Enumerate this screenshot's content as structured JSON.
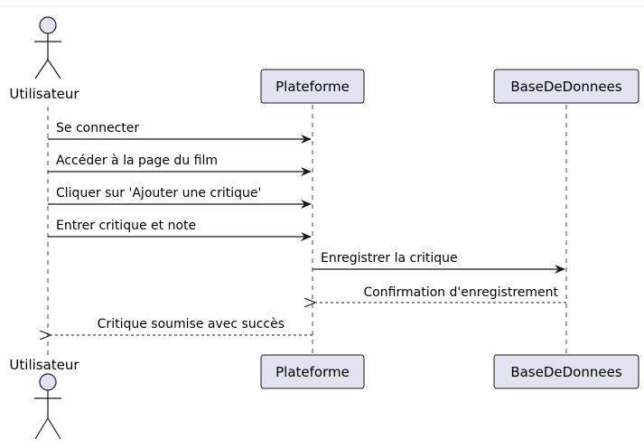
{
  "participants": {
    "user": "Utilisateur",
    "platform": "Plateforme",
    "db": "BaseDeDonnees"
  },
  "messages": [
    {
      "label": "Se connecter",
      "from": "user",
      "to": "platform",
      "type": "sync"
    },
    {
      "label": "Accéder à la page du film",
      "from": "user",
      "to": "platform",
      "type": "sync"
    },
    {
      "label": "Cliquer sur 'Ajouter une critique'",
      "from": "user",
      "to": "platform",
      "type": "sync"
    },
    {
      "label": "Entrer critique et note",
      "from": "user",
      "to": "platform",
      "type": "sync"
    },
    {
      "label": "Enregistrer la critique",
      "from": "platform",
      "to": "db",
      "type": "sync"
    },
    {
      "label": "Confirmation d'enregistrement",
      "from": "db",
      "to": "platform",
      "type": "return"
    },
    {
      "label": "Critique soumise avec succès",
      "from": "platform",
      "to": "user",
      "type": "return"
    }
  ],
  "colors": {
    "participant_fill": "#e2e2f0",
    "participant_border": "#181818",
    "lifeline": "#181818",
    "arrow": "#181818"
  }
}
